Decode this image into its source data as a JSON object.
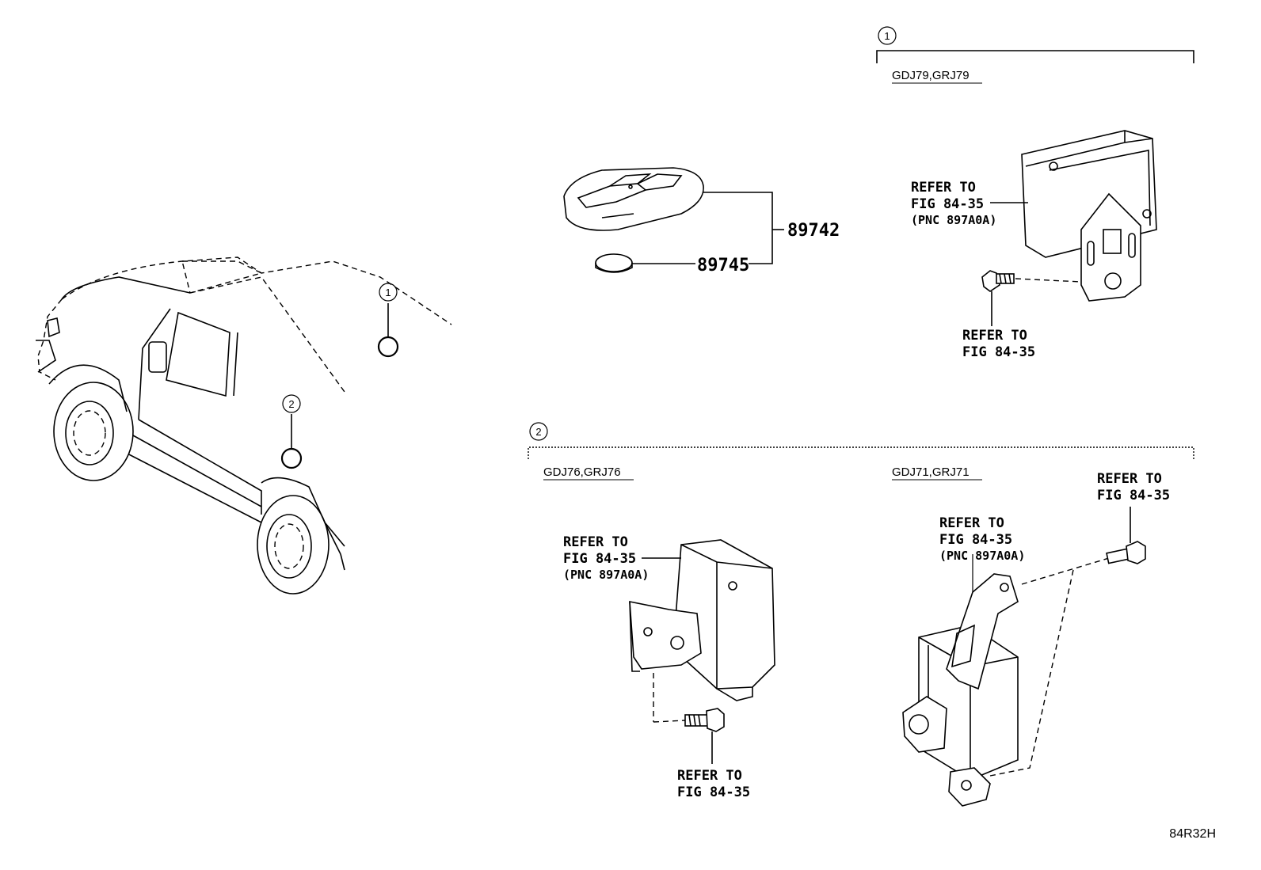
{
  "vehicle": {
    "callout_1": "1",
    "callout_2": "2"
  },
  "key_parts": {
    "part_89742": "89742",
    "part_89745": "89745"
  },
  "group_1": {
    "marker": "1",
    "model": "GDJ79,GRJ79",
    "refer_unit": [
      "REFER TO",
      "FIG 84-35",
      "(PNC 897A0A)"
    ],
    "refer_bolt": [
      "REFER TO",
      "FIG 84-35"
    ]
  },
  "group_2": {
    "marker": "2",
    "left": {
      "model": "GDJ76,GRJ76",
      "refer_unit": [
        "REFER TO",
        "FIG 84-35",
        "(PNC 897A0A)"
      ],
      "refer_bolt": [
        "REFER TO",
        "FIG 84-35"
      ]
    },
    "right": {
      "model": "GDJ71,GRJ71",
      "refer_unit": [
        "REFER TO",
        "FIG 84-35",
        "(PNC 897A0A)"
      ],
      "refer_bolt": [
        "REFER TO",
        "FIG 84-35"
      ]
    }
  },
  "figure_code": "84R32H"
}
